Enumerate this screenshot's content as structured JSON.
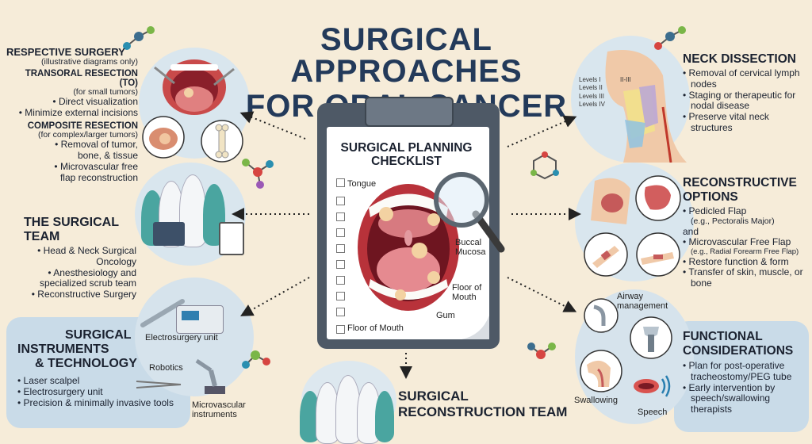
{
  "title": {
    "line1": "SURGICAL APPROACHES",
    "line2": "FOR ORAL CANCER"
  },
  "colors": {
    "background": "#f6ecd9",
    "title": "#233a5a",
    "panel_blue": "#c9dbe8",
    "mouth_red": "#b8323a"
  },
  "resection": {
    "heading": "RESPECTIVE SURGERY",
    "note": "(illustrative diagrams only)",
    "to_heading": "TRANSORAL RESECTION (TO)",
    "to_note": "(for small tumors)",
    "to_items": [
      "Direct visualization",
      "Minimize external incisions"
    ],
    "cr_heading": "COMPOSITE RESECTION",
    "cr_note": "(for complex/larger tumors)",
    "cr_items": [
      "Removal of tumor, bone, & tissue",
      "Microvascular free flap reconstruction"
    ]
  },
  "team": {
    "heading1": "THE SURGICAL",
    "heading2": "TEAM",
    "items": [
      "Head & Neck Surgical Oncology",
      "Anesthesiology and specialized scrub team",
      "Reconstructive Surgery"
    ]
  },
  "instruments": {
    "heading1": "SURGICAL",
    "heading2": "INSTRUMENTS",
    "heading3": "& TECHNOLOGY",
    "items": [
      "Laser scalpel",
      "Electrosurgery unit",
      "Precision & minimally invasive tools"
    ],
    "label_electro": "Electrosurgery unit",
    "label_robotics": "Robotics",
    "label_micro1": "Microvascular",
    "label_micro2": "instruments"
  },
  "checklist": {
    "title1": "SURGICAL PLANNING",
    "title2": "CHECKLIST",
    "labels": {
      "tongue": "Tongue",
      "buccal1": "Buccal",
      "buccal2": "Mucosa",
      "floor_r1": "Floor of",
      "floor_r2": "Mouth",
      "gum": "Gum",
      "floor_bottom": "Floor of Mouth"
    }
  },
  "recon_team": {
    "line1": "SURGICAL",
    "line2": "RECONSTRUCTION TEAM"
  },
  "neck": {
    "heading": "NECK DISSECTION",
    "items": [
      "Removal of cervical lymph nodes",
      "Staging or therapeutic for nodal disease",
      "Preserve vital neck structures"
    ],
    "levels": [
      "Levels I",
      "Levels II",
      "Levels III",
      "Levels IV"
    ],
    "diagram_label": "II-III"
  },
  "reconstructive": {
    "heading1": "RECONSTRUCTIVE",
    "heading2": "OPTIONS",
    "item1": "Pedicled Flap",
    "item1_note": "(e.g., Pectoralis Major)",
    "and": "and",
    "item2": "Microvascular Free Flap",
    "item2_note": "(e.g., Radial Forearm Free Flap)",
    "item3": "Restore function & form",
    "item4": "Transfer of skin, muscle, or bone"
  },
  "functional": {
    "heading1": "FUNCTIONAL",
    "heading2": "CONSIDERATIONS",
    "items": [
      "Plan for post-operative tracheostomy/PEG tube",
      "Early intervention by speech/swallowing therapists"
    ],
    "label_airway1": "Airway",
    "label_airway2": "management",
    "label_swallowing": "Swallowing",
    "label_speech": "Speech"
  }
}
